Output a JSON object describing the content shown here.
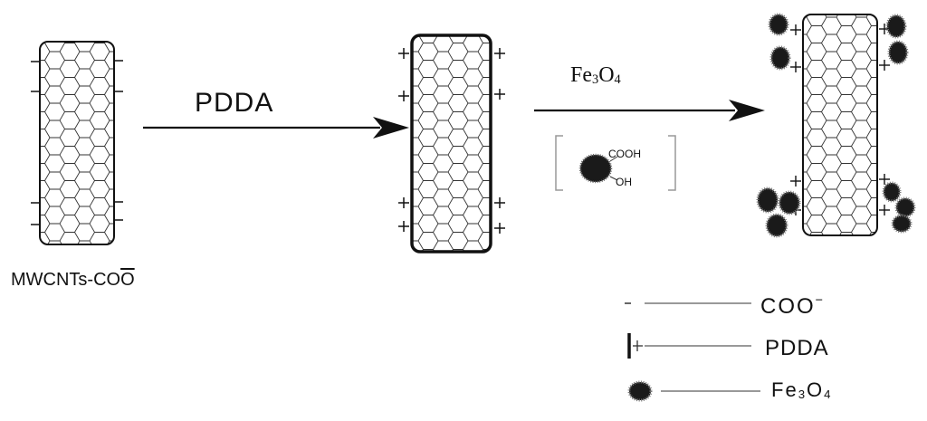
{
  "labels": {
    "step1_reagent": "PDDA",
    "step2_reagent_main": "Fe",
    "step2_reagent_sub1": "3",
    "step2_reagent_mid": "O",
    "step2_reagent_sub2": "4",
    "start_material_prefix": "MWCNTs-CO",
    "start_material_overline": "O",
    "group_cooh": "COOH",
    "group_oh": "OH"
  },
  "legend": {
    "coo_text": "COO",
    "coo_sup": "−",
    "pdda_text": "PDDA",
    "fe_main": "Fe",
    "fe_sub1": "3",
    "fe_mid": "O",
    "fe_sub2": "4"
  },
  "colors": {
    "ink": "#111111",
    "nanoparticle": "#1a1a1a",
    "background": "#ffffff"
  }
}
